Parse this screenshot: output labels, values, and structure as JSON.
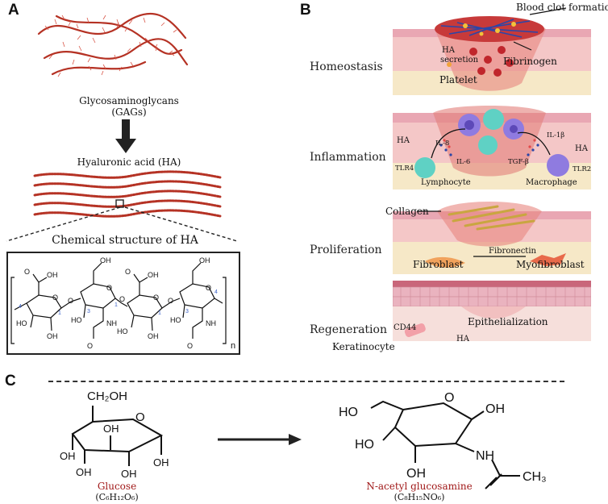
{
  "panels": {
    "a": "A",
    "b": "B",
    "c": "C"
  },
  "panel_a": {
    "gags_label_1": "Glycosaminoglycans",
    "gags_label_2": "(GAGs)",
    "ha_label": "Hyaluronic acid (HA)",
    "structure_title": "Chemical structure of HA",
    "repeat_n": "n",
    "atoms": {
      "oh": "OH",
      "o": "O",
      "ho": "HO",
      "nh": "NH"
    },
    "ring_numbers": {
      "one": "1",
      "three": "3",
      "four": "4"
    }
  },
  "panel_b": {
    "stages": [
      "Homeostasis",
      "Inflammation",
      "Proliferation",
      "Regeneration"
    ],
    "homeostasis": {
      "clot": "Blood clot formation",
      "ha": "HA",
      "secretion": "secretion",
      "fibrinogen": "Fibrinogen",
      "platelet": "Platelet"
    },
    "inflammation": {
      "ha_left": "HA",
      "ha_right": "HA",
      "tlr4": "TLR4",
      "il8": "IL-8",
      "il6": "IL-6",
      "tgf": "TGF-β",
      "il1b": "IL-1β",
      "tlr2": "TLR2",
      "lymphocyte": "Lymphocyte",
      "macrophage": "Macrophage"
    },
    "proliferation": {
      "collagen": "Collagen",
      "fibronectin": "Fibronectin",
      "fibroblast": "Fibroblast",
      "myofibroblast": "Myofibroblast"
    },
    "regeneration": {
      "epithelialization": "Epithelialization",
      "cd44": "CD44",
      "ha": "HA",
      "keratinocyte": "Keratinocyte"
    }
  },
  "panel_c": {
    "glucose": {
      "ch2oh": "CH₂OH",
      "o": "O",
      "oh": "OH",
      "name": "Glucose",
      "formula": "(C₆H₁₂O₆)"
    },
    "nag": {
      "ho": "HO",
      "o": "O",
      "oh": "OH",
      "nh": "NH",
      "ch3": "CH₃",
      "name": "N-acetyl glucosamine",
      "formula": "(C₈H₁₅NO₆)"
    }
  },
  "colors": {
    "fiber": "#b53224",
    "skin_top": "#e9a7b3",
    "skin_mid": "#f4c7c7",
    "fat": "#f6e8c7",
    "blood": "#c0262c",
    "cell_purple": "#8f7be0",
    "cell_teal": "#5fd1c4",
    "name_red": "#a01818",
    "ring_number": "#3d63c8"
  },
  "icons": {
    "arrow": "arrow-icon",
    "fibers": "gag-fiber-icon",
    "cells": "cell-icon"
  }
}
